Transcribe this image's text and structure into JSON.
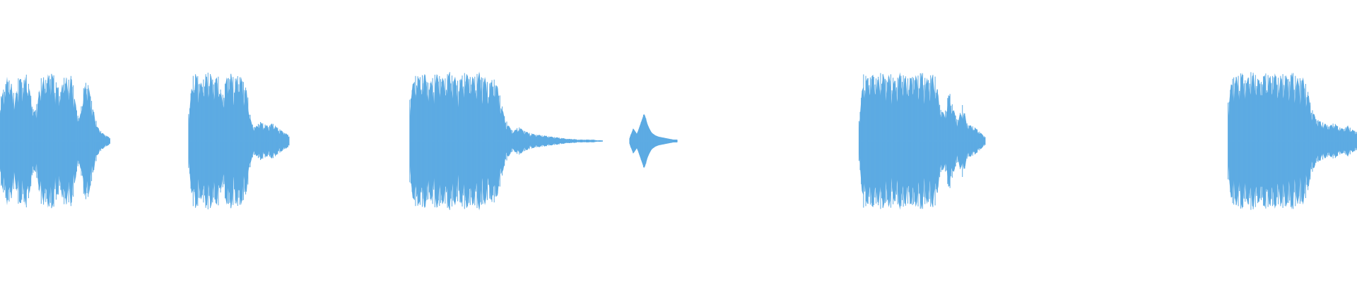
{
  "waveform": {
    "color": "#5DABE3",
    "background": "#FFFFFF",
    "segments": [
      {
        "label": "segment-1",
        "style": "pulses",
        "start": 0.0,
        "end": 0.081,
        "peaks": [
          0.58,
          0.76,
          0.94,
          0.82,
          0.6,
          0.98,
          0.85,
          0.95,
          0.7,
          0.4,
          0.62,
          0.93,
          0.88,
          0.99,
          0.97,
          0.8,
          0.72,
          0.96,
          0.86,
          0.95,
          0.52,
          0.3,
          0.74,
          0.88,
          0.65,
          0.35,
          0.18,
          0.12,
          0.08,
          0.05
        ]
      },
      {
        "label": "segment-2",
        "style": "pulses-tail",
        "start": 0.139,
        "end": 0.213,
        "peaks": [
          0.4,
          0.92,
          0.97,
          0.83,
          0.95,
          0.98,
          0.88,
          0.96,
          0.6,
          0.92,
          0.99,
          0.87,
          0.95,
          0.9,
          0.7,
          0.25,
          0.2,
          0.28,
          0.24,
          0.22,
          0.26,
          0.2,
          0.16,
          0.12,
          0.08
        ]
      },
      {
        "label": "segment-3",
        "style": "pulses-long-tail",
        "start": 0.302,
        "end": 0.444,
        "peaks": [
          0.6,
          0.96,
          0.9,
          0.98,
          0.82,
          0.94,
          0.97,
          0.88,
          0.99,
          0.93,
          0.85,
          0.98,
          0.96,
          0.9,
          0.99,
          0.94,
          0.8,
          0.92,
          0.74,
          0.38,
          0.22,
          0.14,
          0.2,
          0.16,
          0.12,
          0.1,
          0.09,
          0.08,
          0.07,
          0.06,
          0.05,
          0.04,
          0.03,
          0.03,
          0.02,
          0.02,
          0.02,
          0.02,
          0.01,
          0.01
        ]
      },
      {
        "label": "segment-4",
        "style": "click",
        "start": 0.464,
        "end": 0.499,
        "peaks": [
          0.05,
          0.18,
          0.1,
          0.25,
          0.4,
          0.22,
          0.12,
          0.08,
          0.06,
          0.05,
          0.04,
          0.03,
          0.02,
          0.02
        ]
      },
      {
        "label": "segment-5",
        "style": "pulses",
        "start": 0.633,
        "end": 0.726,
        "peaks": [
          0.3,
          0.95,
          0.9,
          0.98,
          0.88,
          0.99,
          0.92,
          0.96,
          0.85,
          0.99,
          0.94,
          0.88,
          0.97,
          0.93,
          0.98,
          0.89,
          0.96,
          0.91,
          0.5,
          0.38,
          0.72,
          0.45,
          0.3,
          0.52,
          0.25,
          0.22,
          0.18,
          0.12,
          0.06
        ]
      },
      {
        "label": "segment-6",
        "style": "pulses-tail",
        "start": 0.905,
        "end": 1.0,
        "peaks": [
          0.55,
          0.96,
          0.91,
          0.98,
          0.88,
          0.99,
          0.94,
          0.87,
          0.97,
          0.92,
          0.99,
          0.9,
          0.96,
          0.93,
          0.98,
          0.89,
          0.95,
          0.8,
          0.5,
          0.34,
          0.28,
          0.25,
          0.22,
          0.26,
          0.2,
          0.18,
          0.22,
          0.16,
          0.14
        ]
      }
    ]
  }
}
